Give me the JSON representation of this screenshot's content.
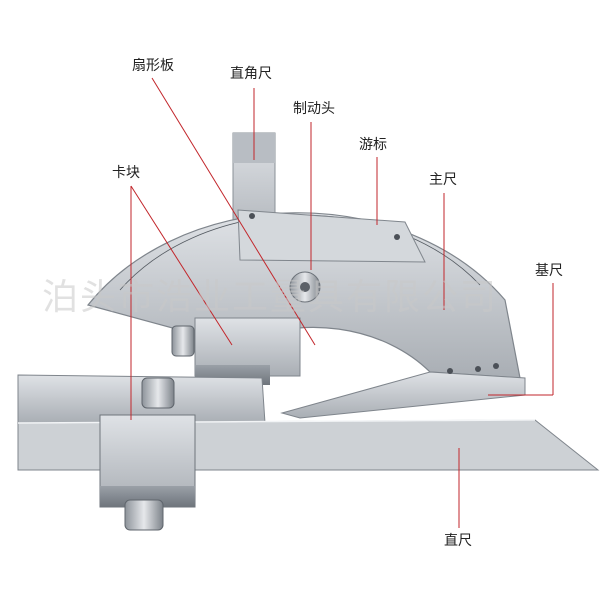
{
  "labels": {
    "sector_plate": "扇形板",
    "right_angle_ruler": "直角尺",
    "brake_head": "制动头",
    "vernier": "游标",
    "clamp_block": "卡块",
    "main_scale": "主尺",
    "base_ruler": "基尺",
    "straight_ruler": "直尺"
  },
  "watermark": "泊头市浩业工量具有限公司",
  "colors": {
    "leader_line": "#c2262b",
    "metal": "#c9cdd2"
  }
}
